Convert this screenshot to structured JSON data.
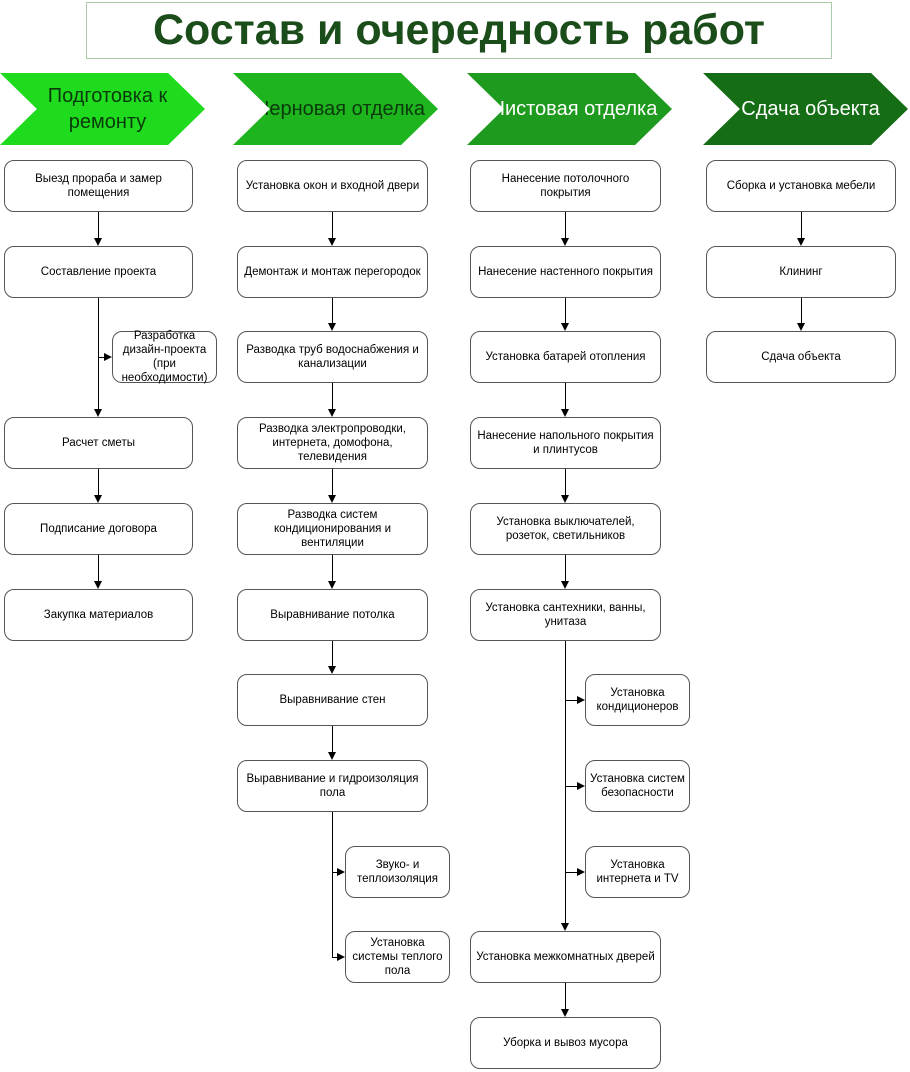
{
  "title": "Состав и очередность работ",
  "colors": {
    "title_text": "#1a4d1a",
    "title_border": "#abcbab",
    "box_border": "#555555",
    "connector": "#000000",
    "stage1": "#1edb1e",
    "stage2": "#1eb41e",
    "stage3": "#1e9a1e",
    "stage4": "#156d15"
  },
  "stages": [
    {
      "label": "Подготовка к ремонту",
      "arrow_color": "#1edb1e",
      "label_color": "#0a3a0a",
      "nodes": [
        {
          "label": "Выезд прораба и замер помещения"
        },
        {
          "label": "Составление проекта"
        },
        {
          "label": "Разработка дизайн-проекта (при необходимости)",
          "side": true
        },
        {
          "label": "Расчет сметы"
        },
        {
          "label": "Подписание договора"
        },
        {
          "label": "Закупка материалов"
        }
      ]
    },
    {
      "label": "Черновая отделка",
      "arrow_color": "#1eb41e",
      "label_color": "#0a3a0a",
      "nodes": [
        {
          "label": "Установка окон и входной двери"
        },
        {
          "label": "Демонтаж и монтаж перегородок"
        },
        {
          "label": "Разводка труб водоснабжения и канализации"
        },
        {
          "label": "Разводка электропроводки, интернета, домофона, телевидения"
        },
        {
          "label": "Разводка систем кондиционирования и вентиляции"
        },
        {
          "label": "Выравнивание потолка"
        },
        {
          "label": "Выравнивание стен"
        },
        {
          "label": "Выравнивание и гидроизоляция пола"
        },
        {
          "label": "Звуко- и теплоизоляция",
          "side": true
        },
        {
          "label": "Установка системы теплого пола",
          "side": true
        }
      ]
    },
    {
      "label": "Чистовая отделка",
      "arrow_color": "#1e9a1e",
      "label_color": "#ffffff",
      "nodes": [
        {
          "label": "Нанесение потолочного покрытия"
        },
        {
          "label": "Нанесение настенного покрытия"
        },
        {
          "label": "Установка батарей отопления"
        },
        {
          "label": "Нанесение напольного покрытия и плинтусов"
        },
        {
          "label": "Установка выключателей, розеток, светильников"
        },
        {
          "label": "Установка сантехники, ванны, унитаза"
        },
        {
          "label": "Установка кондиционеров",
          "side": true
        },
        {
          "label": "Установка систем безопасности",
          "side": true
        },
        {
          "label": "Установка интернета и TV",
          "side": true
        },
        {
          "label": "Установка межкомнатных дверей"
        },
        {
          "label": "Уборка и вывоз мусора"
        }
      ]
    },
    {
      "label": "Сдача объекта",
      "arrow_color": "#156d15",
      "label_color": "#ffffff",
      "nodes": [
        {
          "label": "Сборка и установка мебели"
        },
        {
          "label": "Клининг"
        },
        {
          "label": "Сдача объекта"
        }
      ]
    }
  ]
}
